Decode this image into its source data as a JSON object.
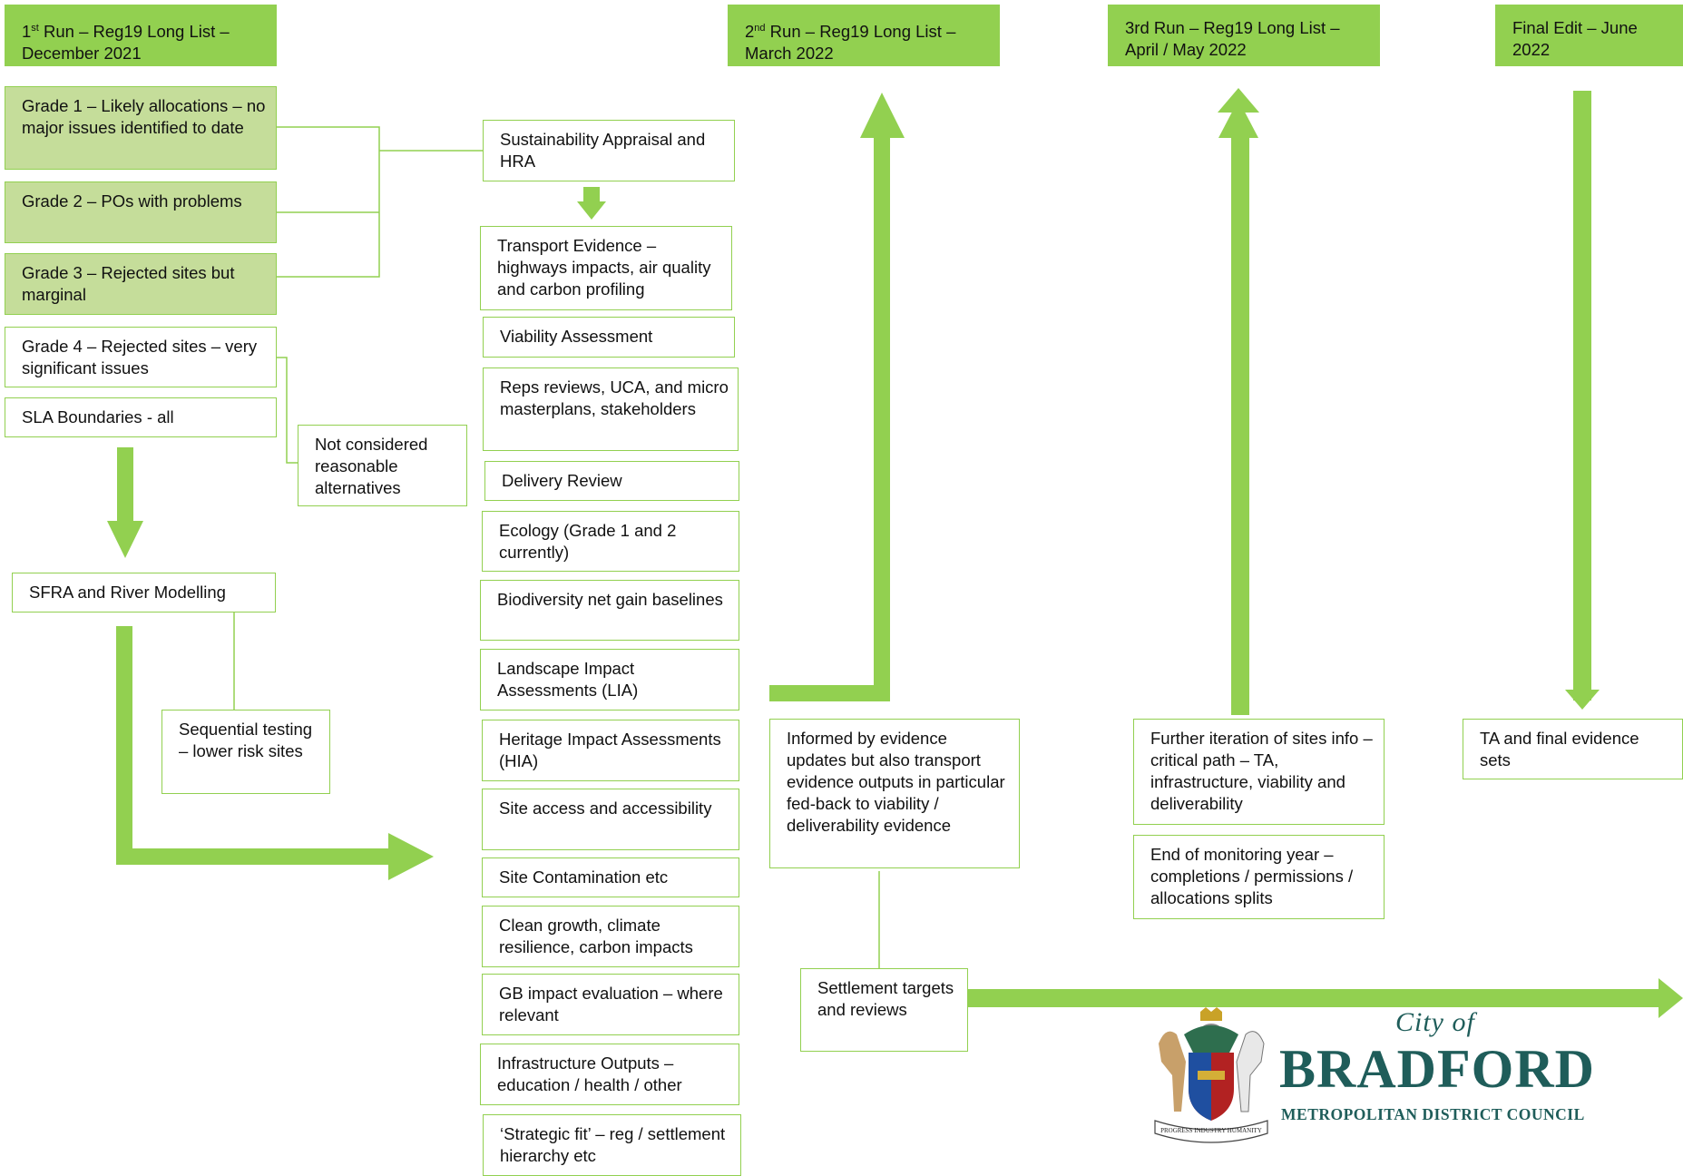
{
  "headers": {
    "run1": "1st Run – Reg19 Long List – December 2021",
    "run2": "2nd Run – Reg19 Long List – March 2022",
    "run3": "3rd Run – Reg19 Long List – April / May 2022",
    "final": "Final Edit – June 2022"
  },
  "grades": {
    "g1": "Grade 1 – Likely allocations – no major issues identified to date",
    "g2": "Grade 2 – POs with problems",
    "g3": "Grade 3 – Rejected sites but marginal",
    "g4": "Grade 4 – Rejected sites – very significant issues",
    "sla": "SLA Boundaries - all",
    "not_considered": "Not considered reasonable alternatives"
  },
  "sfra": "SFRA and River Modelling",
  "sequential": "Sequential testing – lower risk sites",
  "sustainability": "Sustainability Appraisal and HRA",
  "evidence": [
    "Transport Evidence – highways impacts, air quality and carbon profiling",
    "Viability Assessment",
    "Reps reviews, UCA, and micro masterplans, stakeholders",
    "Delivery Review",
    "Ecology (Grade 1 and 2 currently)",
    "Biodiversity net gain baselines",
    "Landscape Impact Assessments (LIA)",
    "Heritage Impact Assessments (HIA)",
    "Site access and accessibility",
    "Site Contamination etc",
    "Clean growth, climate resilience, carbon impacts",
    "GB impact evaluation – where relevant",
    "Infrastructure Outputs – education / health / other",
    "‘Strategic fit’ – reg / settlement hierarchy etc"
  ],
  "informed": "Informed by evidence updates but also transport evidence outputs in particular fed-back to viability / deliverability evidence",
  "settlement": "Settlement targets and reviews",
  "further": "Further iteration of sites info – critical path – TA, infrastructure, viability and deliverability",
  "monitoring": "End of monitoring year – completions / permissions / allocations splits",
  "ta_final": "TA and final evidence sets",
  "logo": {
    "city": "City of",
    "name": "BRADFORD",
    "sub": "METROPOLITAN DISTRICT COUNCIL",
    "motto": "PROGRESS INDUSTRY HUMANITY"
  },
  "colors": {
    "accent": "#92d050",
    "pale": "#c5dd9a",
    "logo": "#1f5d5a"
  }
}
